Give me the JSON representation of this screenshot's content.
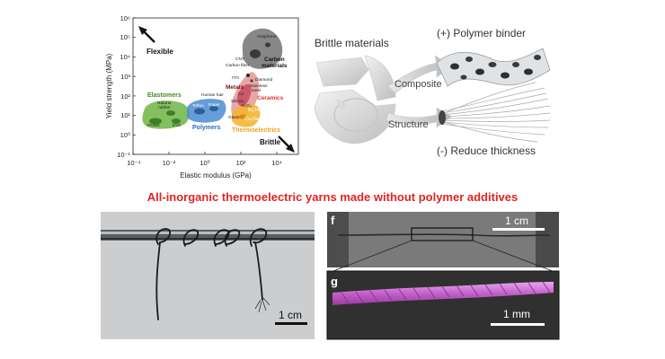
{
  "chart": {
    "y_label": "Yield strength (MPa)",
    "x_label": "Elastic modulus (GPa)",
    "y_ticks": [
      "10⁻¹",
      "10⁰",
      "10¹",
      "10²",
      "10³",
      "10⁴",
      "10⁵",
      "10⁶"
    ],
    "x_ticks": [
      "10⁻⁴",
      "10⁻²",
      "10⁰",
      "10²",
      "10⁴"
    ],
    "flexible_label": "Flexible",
    "brittle_label": "Brittle",
    "groups": [
      {
        "name": "Elastomers",
        "color": "#5fa83b"
      },
      {
        "name": "Polymers",
        "color": "#3d7cc0"
      },
      {
        "name": "Metals",
        "color": "#8a1a1a"
      },
      {
        "name": "Ceramics",
        "color": "#e0302a"
      },
      {
        "name": "Carbon materials",
        "color": "#333333"
      },
      {
        "name": "Thermoelectrics",
        "color": "#f2a21c"
      }
    ],
    "materials": [
      "Graphene",
      "CNT",
      "Carbon fiber",
      "Diamond",
      "ITO",
      "Stainless steel",
      "Cu",
      "Silicon",
      "Glass",
      "Al2O3",
      "Human hair",
      "Teflon",
      "Paper",
      "Natural rubber",
      "PDMS",
      "EVA",
      "Bi2Te3",
      "Cu2Se"
    ],
    "material_labels": {
      "graphene": "Graphene",
      "cnt": "CNT",
      "carbon_fiber": "Carbon fiber",
      "diamond": "Diamond",
      "ito": "ITO",
      "stainless": "Stainless",
      "steel": "steel",
      "cu": "Cu",
      "silicon": "Silicon",
      "glass": "Glass",
      "al2o3": "Al₂O₃",
      "human_hair": "Human hair",
      "teflon": "Teflon",
      "paper": "Paper",
      "natural": "Natural",
      "rubber": "rubber",
      "pdms": "PDMS",
      "eva": "EVA",
      "bi2te3": "Bi₂Te₃",
      "cu2se": "Cu₂Se",
      "carbon": "Carbon",
      "materials": "materials"
    }
  },
  "concept": {
    "brittle_materials": "Brittle materials",
    "polymer_binder": "(+) Polymer binder",
    "composite": "Composite",
    "structure": "Structure",
    "reduce_thickness": "(-) Reduce thickness"
  },
  "headline": "All-inorganic thermoelectric yarns made without polymer additives",
  "photos": {
    "left_scale": "1 cm",
    "f_letter": "f",
    "f_scale": "1 cm",
    "g_letter": "g",
    "g_scale": "1 mm"
  },
  "colors": {
    "headline": "#e02424",
    "yarn_highlight": "#c060c8",
    "elastomers": "#5fa83b",
    "polymers": "#3d7cc0",
    "thermoelectrics": "#f2a21c",
    "ceramics": "#e0302a"
  }
}
